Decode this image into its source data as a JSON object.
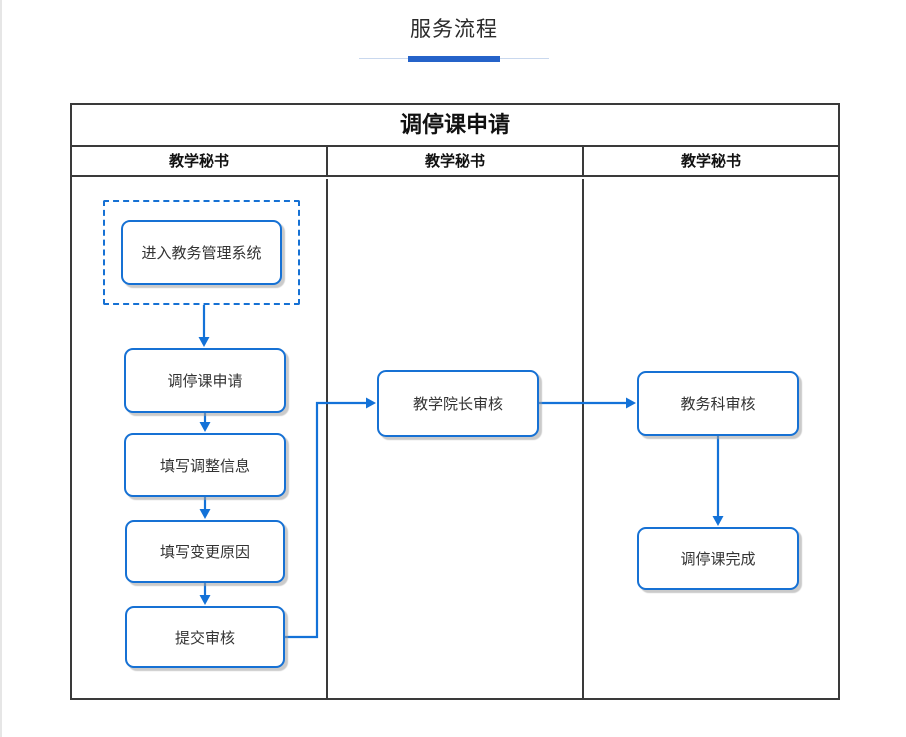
{
  "page": {
    "title": "服务流程"
  },
  "flowchart": {
    "title": "调停课申请",
    "lanes": [
      {
        "label": "教学秘书"
      },
      {
        "label": "教学秘书"
      },
      {
        "label": "教学秘书"
      }
    ],
    "nodes": [
      {
        "id": "enter-system",
        "label": "进入教务管理系统"
      },
      {
        "id": "reschedule-apply",
        "label": "调停课申请"
      },
      {
        "id": "fill-adjust-info",
        "label": "填写调整信息"
      },
      {
        "id": "fill-change-reason",
        "label": "填写变更原因"
      },
      {
        "id": "submit-review",
        "label": "提交审核"
      },
      {
        "id": "dean-review",
        "label": "教学院长审核"
      },
      {
        "id": "academic-affairs-review",
        "label": "教务科审核"
      },
      {
        "id": "reschedule-complete",
        "label": "调停课完成"
      }
    ],
    "colors": {
      "node_border": "#1671d4",
      "arrow": "#1372d8",
      "accent_dark": "#2563c9",
      "accent_light": "#c9d8ee",
      "table_border": "#3a3a3a"
    }
  }
}
